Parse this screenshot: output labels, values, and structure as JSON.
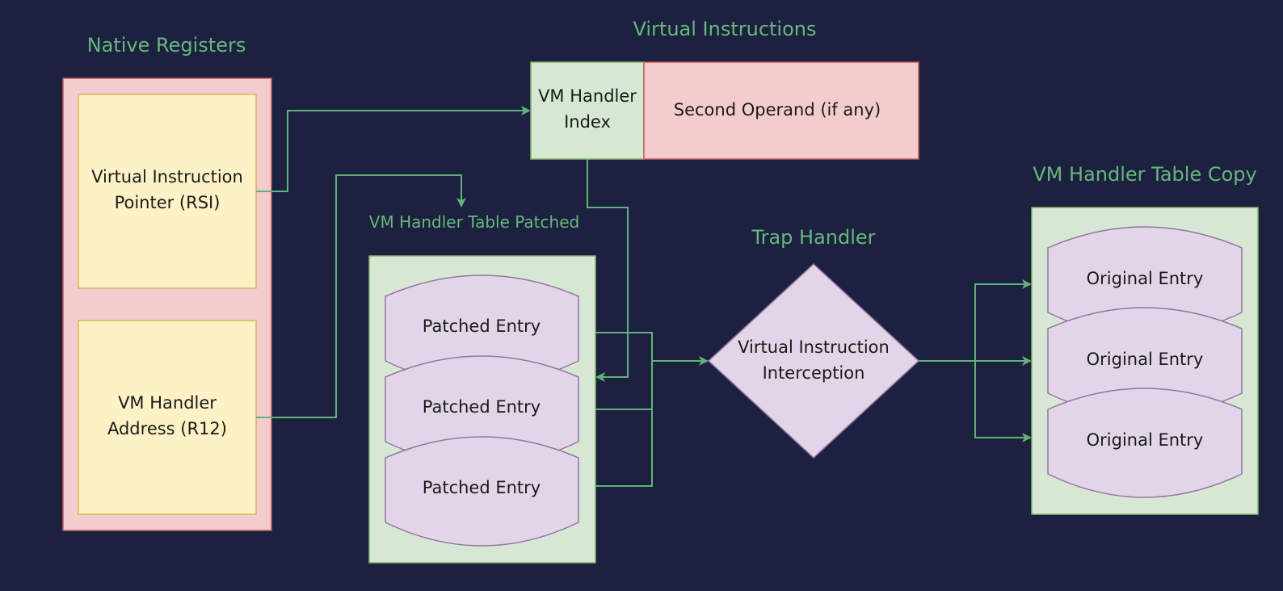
{
  "colors": {
    "background": "#1d2140",
    "accent_green": "#67b67c",
    "connector": "#5fb37a",
    "red_fill": "#f3cdcd",
    "red_stroke": "#c45a5a",
    "yellow_fill": "#fdf2c6",
    "yellow_stroke": "#d6b656",
    "green_fill": "#d6e8d4",
    "green_stroke": "#82b366",
    "purple_fill": "#e1d5e7",
    "purple_stroke": "#9673a6"
  },
  "native_registers": {
    "title": "Native Registers",
    "rsi": [
      "Virtual Instruction",
      "Pointer (RSI)"
    ],
    "r12": [
      "VM Handler",
      "Address (R12)"
    ]
  },
  "virtual_instructions": {
    "title": "Virtual Instructions",
    "index": [
      "VM Handler",
      "Index"
    ],
    "second_operand": "Second Operand (if any)"
  },
  "patched_table": {
    "title": "VM Handler Table Patched",
    "entries": [
      "Patched Entry",
      "Patched Entry",
      "Patched Entry"
    ]
  },
  "trap_handler": {
    "title": "Trap Handler",
    "label": [
      "Virtual Instruction",
      "Interception"
    ]
  },
  "copy_table": {
    "title": "VM Handler Table Copy",
    "entries": [
      "Original Entry",
      "Original Entry",
      "Original Entry"
    ]
  }
}
